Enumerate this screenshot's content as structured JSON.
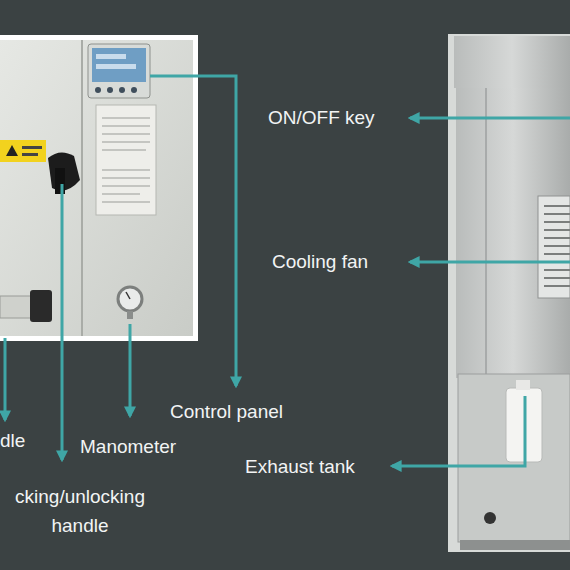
{
  "diagram": {
    "labels": [
      "ON/OFF key",
      "Cooling fan",
      "Control panel",
      "dle",
      "Manometer",
      "Exhaust tank",
      "cking/unlocking handle"
    ]
  }
}
